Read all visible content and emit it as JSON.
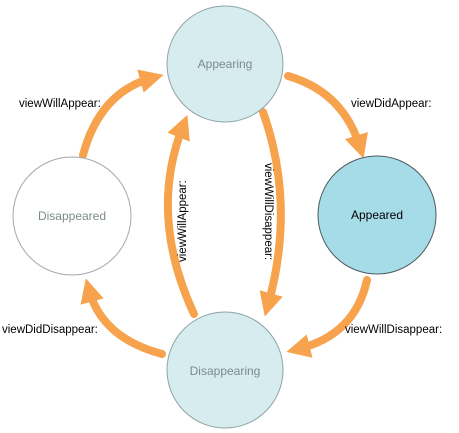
{
  "colors": {
    "arrow": "#F7A24C",
    "node_light_fill": "#D7ECEE",
    "node_light_stroke": "#8FA3A6",
    "node_dark_fill": "#A6DCE8",
    "node_dark_stroke": "#4F5B60",
    "node_white_fill": "#FFFFFF",
    "node_white_stroke": "#A8A8A8",
    "label_muted": "#7C8A8C",
    "label_strong": "#000000"
  },
  "states": {
    "appearing": "Appearing",
    "appeared": "Appeared",
    "disappearing": "Disappearing",
    "disappeared": "Disappeared"
  },
  "transitions": {
    "disappeared_to_appearing": "viewWillAppear:",
    "appearing_to_appeared": "viewDidAppear:",
    "appearing_to_disappearing": "viewWillDisappear:",
    "disappearing_to_appearing": "viewWillAppear:",
    "appeared_to_disappearing": "viewWillDisappear:",
    "disappearing_to_disappeared": "viewDidDisappear:"
  }
}
